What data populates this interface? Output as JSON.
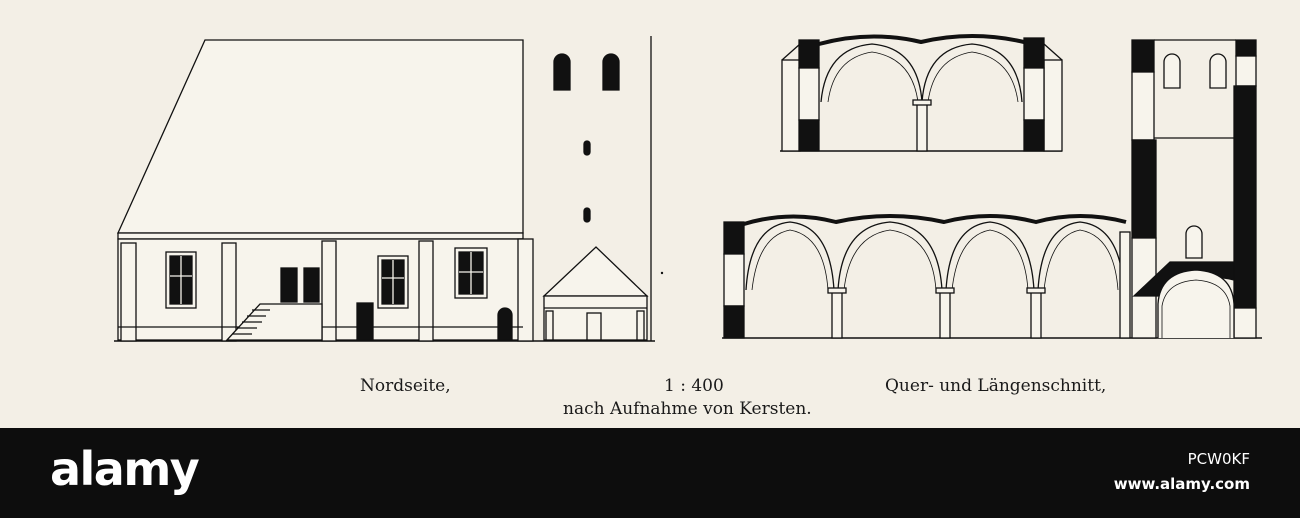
{
  "captions": {
    "left": "Nordseite,",
    "scale": "1 : 400",
    "right": "Quer- und Längenschnitt,",
    "source": "nach Aufnahme von Kersten."
  },
  "watermark": {
    "logo": "alamy",
    "image_id": "PCW0KF",
    "site": "www.alamy.com"
  },
  "colors": {
    "paper": "#f3efe6",
    "ink": "#111111",
    "bar": "#0d0d0d"
  }
}
